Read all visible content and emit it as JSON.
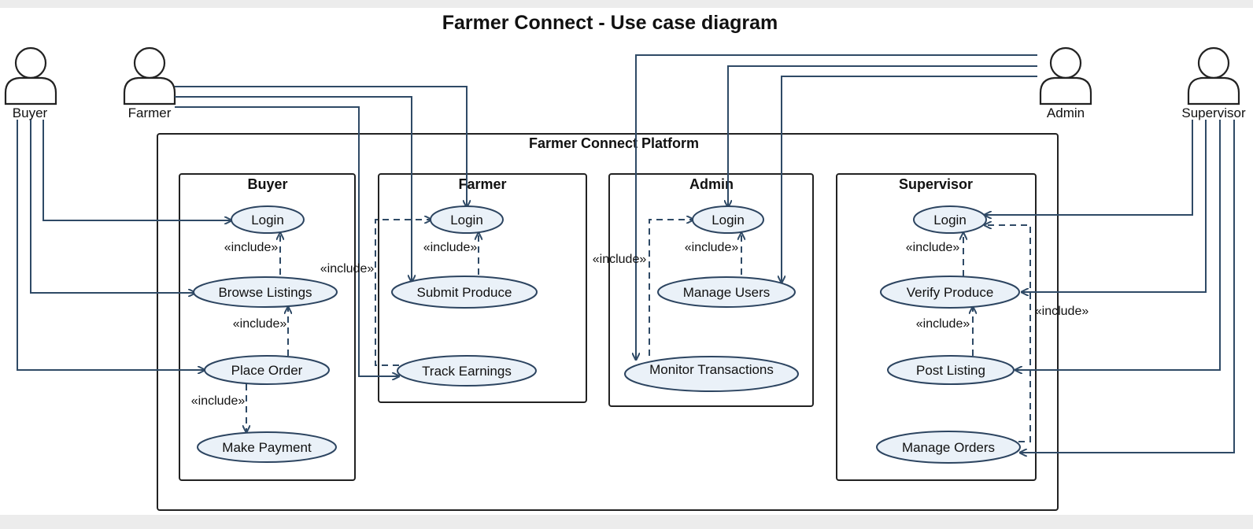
{
  "title": "Farmer Connect - Use case diagram",
  "system": "Farmer Connect Platform",
  "actors": [
    "Buyer",
    "Farmer",
    "Admin",
    "Supervisor"
  ],
  "packages": [
    "Buyer",
    "Farmer",
    "Admin",
    "Supervisor"
  ],
  "usecases": {
    "buyer_login": "Login",
    "browse": "Browse Listings",
    "place_order": "Place Order",
    "payment": "Make Payment",
    "farmer_login": "Login",
    "submit": "Submit Produce",
    "earnings": "Track Earnings",
    "admin_login": "Login",
    "users": "Manage Users",
    "monitor": "Monitor Transactions",
    "sup_login": "Login",
    "verify": "Verify Produce",
    "post": "Post Listing",
    "orders": "Manage Orders"
  },
  "include_label": "«include»",
  "colors": {
    "line": "#2f4a66",
    "usecase_fill": "#eaf1f8",
    "usecase_stroke": "#2c4460"
  }
}
